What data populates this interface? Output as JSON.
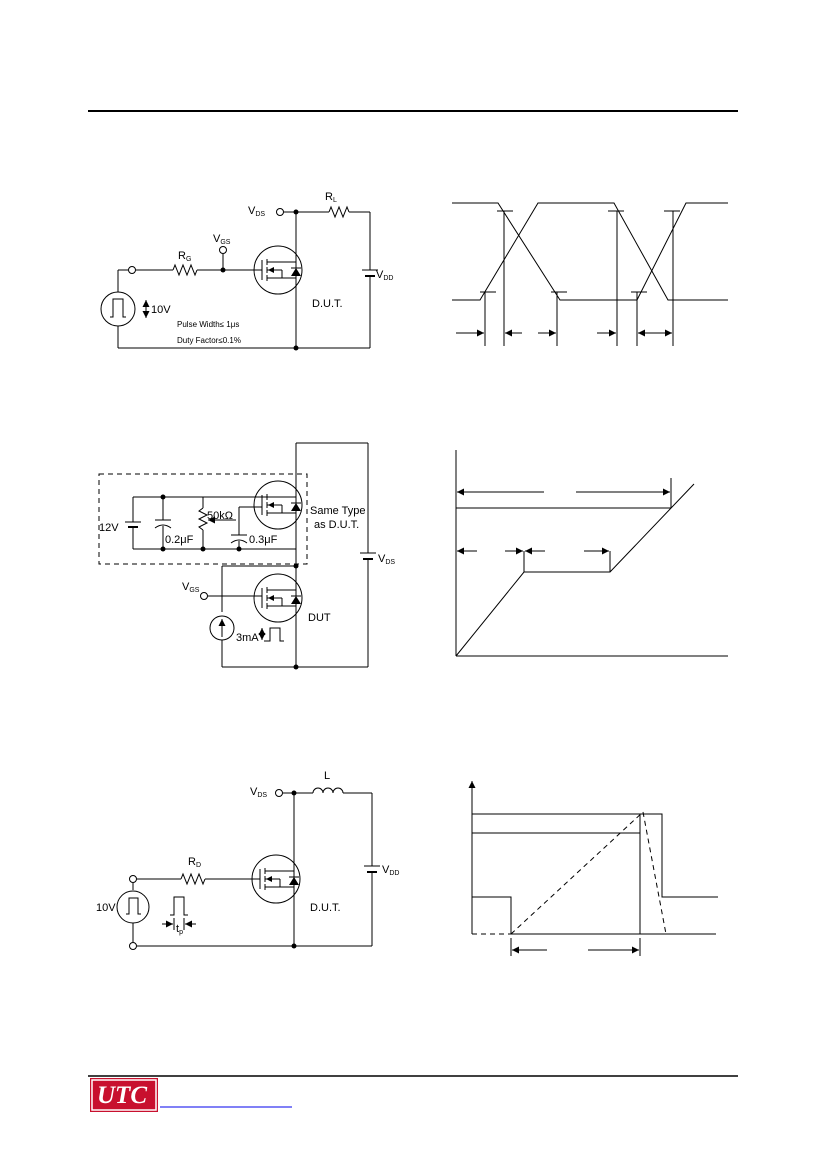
{
  "colors": {
    "logo_red": "#c8102e",
    "ink": "#000000",
    "link_blue": "#0000ee"
  },
  "footer": {
    "logo_text": "UTC"
  },
  "switching_circuit": {
    "rl": {
      "main": "R",
      "sub": "L"
    },
    "vds": {
      "main": "V",
      "sub": "DS"
    },
    "vgs": {
      "main": "V",
      "sub": "GS"
    },
    "rg": {
      "main": "R",
      "sub": "G"
    },
    "vdd": {
      "main": "V",
      "sub": "DD"
    },
    "source_amplitude": "10V",
    "dut": "D.U.T.",
    "pulse_width": "Pulse Width≤ 1μs",
    "duty_factor": "Duty Factor≤0.1%"
  },
  "gate_charge_circuit": {
    "v12": "12V",
    "r50k": "50kΩ",
    "c02": "0.2μF",
    "c03": "0.3μF",
    "same_type_1": "Same Type",
    "same_type_2": "as D.U.T.",
    "vgs": {
      "main": "V",
      "sub": "GS"
    },
    "vds": {
      "main": "V",
      "sub": "DS"
    },
    "current": "3mA",
    "dut": "DUT"
  },
  "uis_circuit": {
    "l": "L",
    "vds": {
      "main": "V",
      "sub": "DS"
    },
    "rd": {
      "main": "R",
      "sub": "D"
    },
    "vdd": {
      "main": "V",
      "sub": "DD"
    },
    "source_amplitude": "10V",
    "dut": "D.U.T.",
    "tp": {
      "main": "t",
      "sub": "p"
    }
  }
}
